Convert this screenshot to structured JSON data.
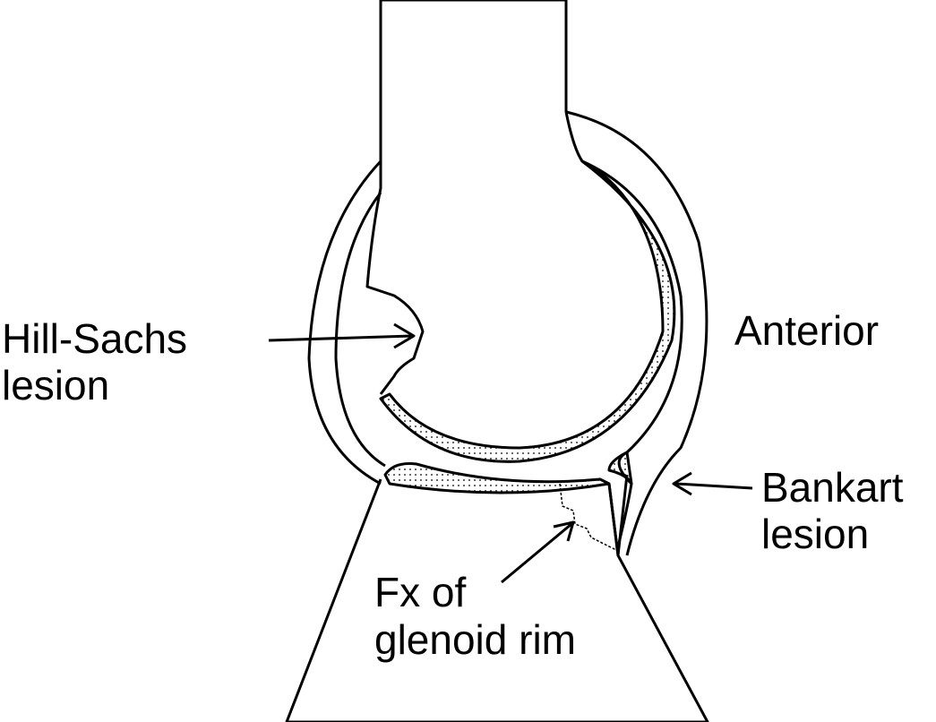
{
  "labels": {
    "hill_sachs_line1": "Hill-Sachs",
    "hill_sachs_line2": "lesion",
    "anterior": "Anterior",
    "bankart_line1": "Bankart",
    "bankart_line2": "lesion",
    "fx_line1": "Fx of",
    "fx_line2": "glenoid rim"
  },
  "colors": {
    "ink": "#000000",
    "background": "#ffffff"
  }
}
